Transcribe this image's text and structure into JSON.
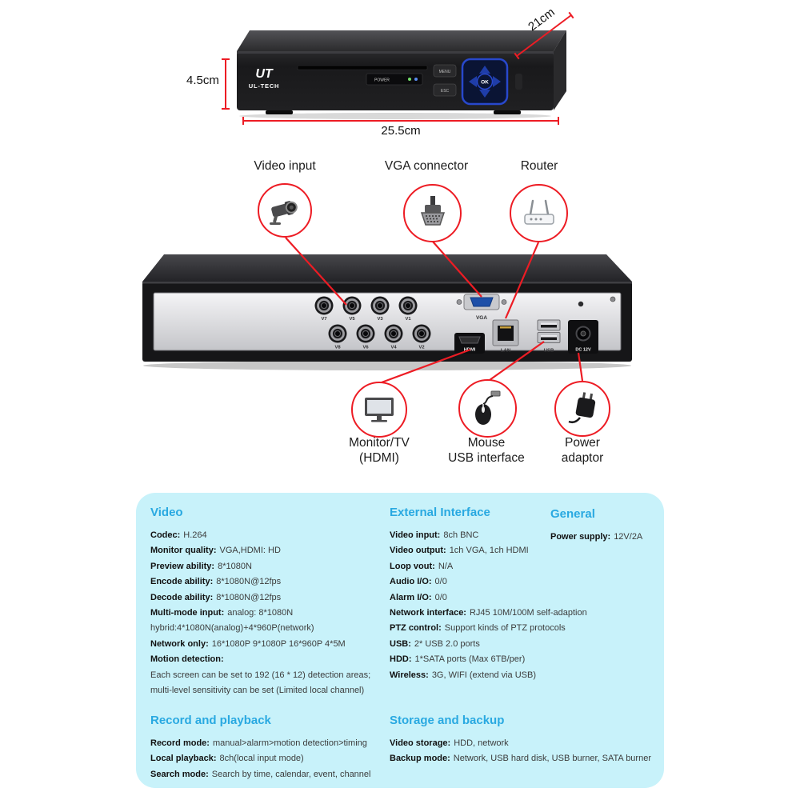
{
  "colors": {
    "accent_red": "#ed1c24",
    "heading_blue": "#29a9e1",
    "panel_cyan": "#c8f2fa"
  },
  "device": {
    "brand_logo": "UT",
    "brand_name": "UL-TECH",
    "power_label": "POWER",
    "menu_button": "MENU",
    "esc_button": "ESC",
    "ok_button": "OK"
  },
  "dimensions": {
    "depth": "21cm",
    "height": "4.5cm",
    "width": "25.5cm"
  },
  "rear_ports": {
    "bnc_row1": [
      "V7",
      "V5",
      "V3",
      "V1"
    ],
    "bnc_row2": [
      "V8",
      "V6",
      "V4",
      "V2"
    ],
    "vga": "VGA",
    "hdmi": "HDMI",
    "lan": "LAN",
    "usb": "USB",
    "dc": "DC 12V"
  },
  "callouts": {
    "top": [
      {
        "label": "Video input"
      },
      {
        "label": "VGA connector"
      },
      {
        "label": "Router"
      }
    ],
    "bottom": [
      {
        "line1": "Monitor/TV",
        "line2": "(HDMI)"
      },
      {
        "line1": "Mouse",
        "line2": "USB interface"
      },
      {
        "line1": "Power",
        "line2": "adaptor"
      }
    ]
  },
  "specs": {
    "video": {
      "heading": "Video",
      "rows": [
        {
          "label": "Codec:",
          "value": "H.264"
        },
        {
          "label": "Monitor quality:",
          "value": "VGA,HDMI: HD"
        },
        {
          "label": "Preview ability:",
          "value": "8*1080N"
        },
        {
          "label": "Encode ability:",
          "value": "8*1080N@12fps"
        },
        {
          "label": "Decode ability:",
          "value": "8*1080N@12fps"
        },
        {
          "label": "Multi-mode input:",
          "value": "analog: 8*1080N"
        },
        {
          "label": "",
          "value": "hybrid:4*1080N(analog)+4*960P(network)"
        },
        {
          "label": "Network only:",
          "value": "16*1080P 9*1080P 16*960P 4*5M"
        },
        {
          "label": "Motion detection:",
          "value": ""
        },
        {
          "label": "",
          "value": "Each screen can be set to 192 (16 * 12) detection areas;"
        },
        {
          "label": "",
          "value": "multi-level sensitivity can be set (Limited local channel)"
        }
      ]
    },
    "external": {
      "heading": "External Interface",
      "rows": [
        {
          "label": "Video input:",
          "value": "8ch BNC"
        },
        {
          "label": "Video output:",
          "value": "1ch VGA, 1ch HDMI"
        },
        {
          "label": "Loop vout:",
          "value": "N/A"
        },
        {
          "label": "Audio I/O:",
          "value": "0/0"
        },
        {
          "label": "Alarm I/O:",
          "value": "0/0"
        },
        {
          "label": "Network interface:",
          "value": "RJ45 10M/100M self-adaption"
        },
        {
          "label": "PTZ control:",
          "value": "Support kinds of PTZ protocols"
        },
        {
          "label": "USB:",
          "value": "2* USB 2.0 ports"
        },
        {
          "label": "HDD:",
          "value": "1*SATA ports (Max 6TB/per)"
        },
        {
          "label": "Wireless:",
          "value": "3G, WIFI (extend via USB)"
        }
      ]
    },
    "general": {
      "heading": "General",
      "rows": [
        {
          "label": "Power supply:",
          "value": "12V/2A"
        }
      ]
    },
    "record": {
      "heading": "Record and playback",
      "rows": [
        {
          "label": "Record mode:",
          "value": "manual>alarm>motion detection>timing"
        },
        {
          "label": "Local playback:",
          "value": "8ch(local input mode)"
        },
        {
          "label": "Search mode:",
          "value": "Search by time, calendar, event, channel"
        }
      ]
    },
    "storage": {
      "heading": "Storage and backup",
      "rows": [
        {
          "label": "Video storage:",
          "value": "HDD, network"
        },
        {
          "label": "Backup mode:",
          "value": "Network, USB hard disk, USB burner, SATA burner"
        }
      ]
    }
  }
}
